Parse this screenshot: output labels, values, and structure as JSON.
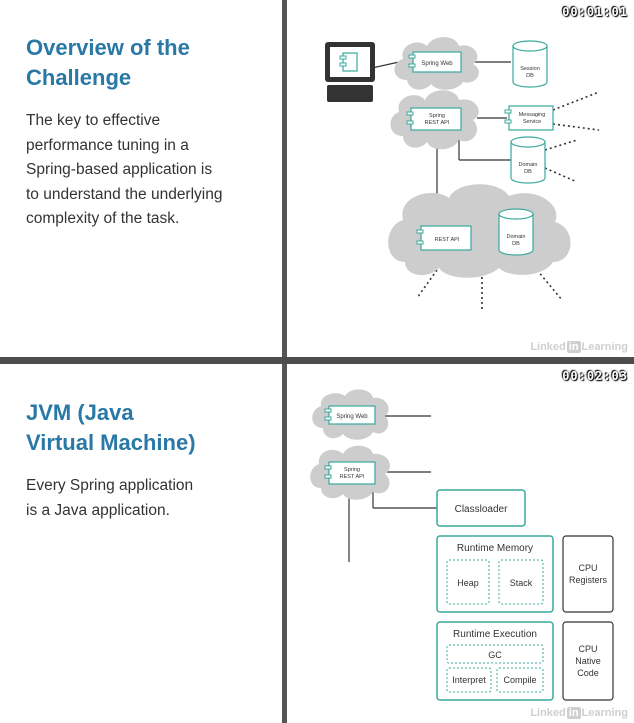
{
  "slide1": {
    "title_line1": "Overview of the",
    "title_line2": "Challenge",
    "body_lines": [
      "The key to effective",
      "performance tuning in a",
      "Spring-based application is",
      "to understand the underlying",
      "complexity of the task."
    ],
    "timecode": "00:01:01",
    "diagram": {
      "spring_web": "Spring Web",
      "session_db": [
        "Session",
        "DB"
      ],
      "spring_rest_api": [
        "Spring",
        "REST API"
      ],
      "messaging_service": [
        "Messaging",
        "Service"
      ],
      "domain_db": [
        "Domain",
        "DB"
      ],
      "rest_api": "REST API",
      "domain_db_2": [
        "Domain",
        "DB"
      ]
    }
  },
  "slide2": {
    "title_line1": "JVM (Java",
    "title_line2": "Virtual Machine)",
    "body_lines": [
      "Every Spring application",
      "is a Java application."
    ],
    "timecode": "00:02:03",
    "diagram": {
      "spring_web": "Spring Web",
      "spring_rest_api": [
        "Spring",
        "REST API"
      ],
      "classloader": "Classloader",
      "runtime_memory": "Runtime Memory",
      "heap": "Heap",
      "stack": "Stack",
      "cpu_registers": [
        "CPU",
        "Registers"
      ],
      "runtime_execution": "Runtime Execution",
      "gc": "GC",
      "interpret": "Interpret",
      "compile": "Compile",
      "cpu_native_code": [
        "CPU",
        "Native",
        "Code"
      ]
    }
  },
  "watermark": {
    "pre": "Linked",
    "mid": "in",
    "post": "Learning"
  },
  "colors": {
    "accent": "#2a78a6",
    "teal": "#3aa89c",
    "cloud": "#cdcdcd",
    "separator": "#4d4d4d"
  }
}
